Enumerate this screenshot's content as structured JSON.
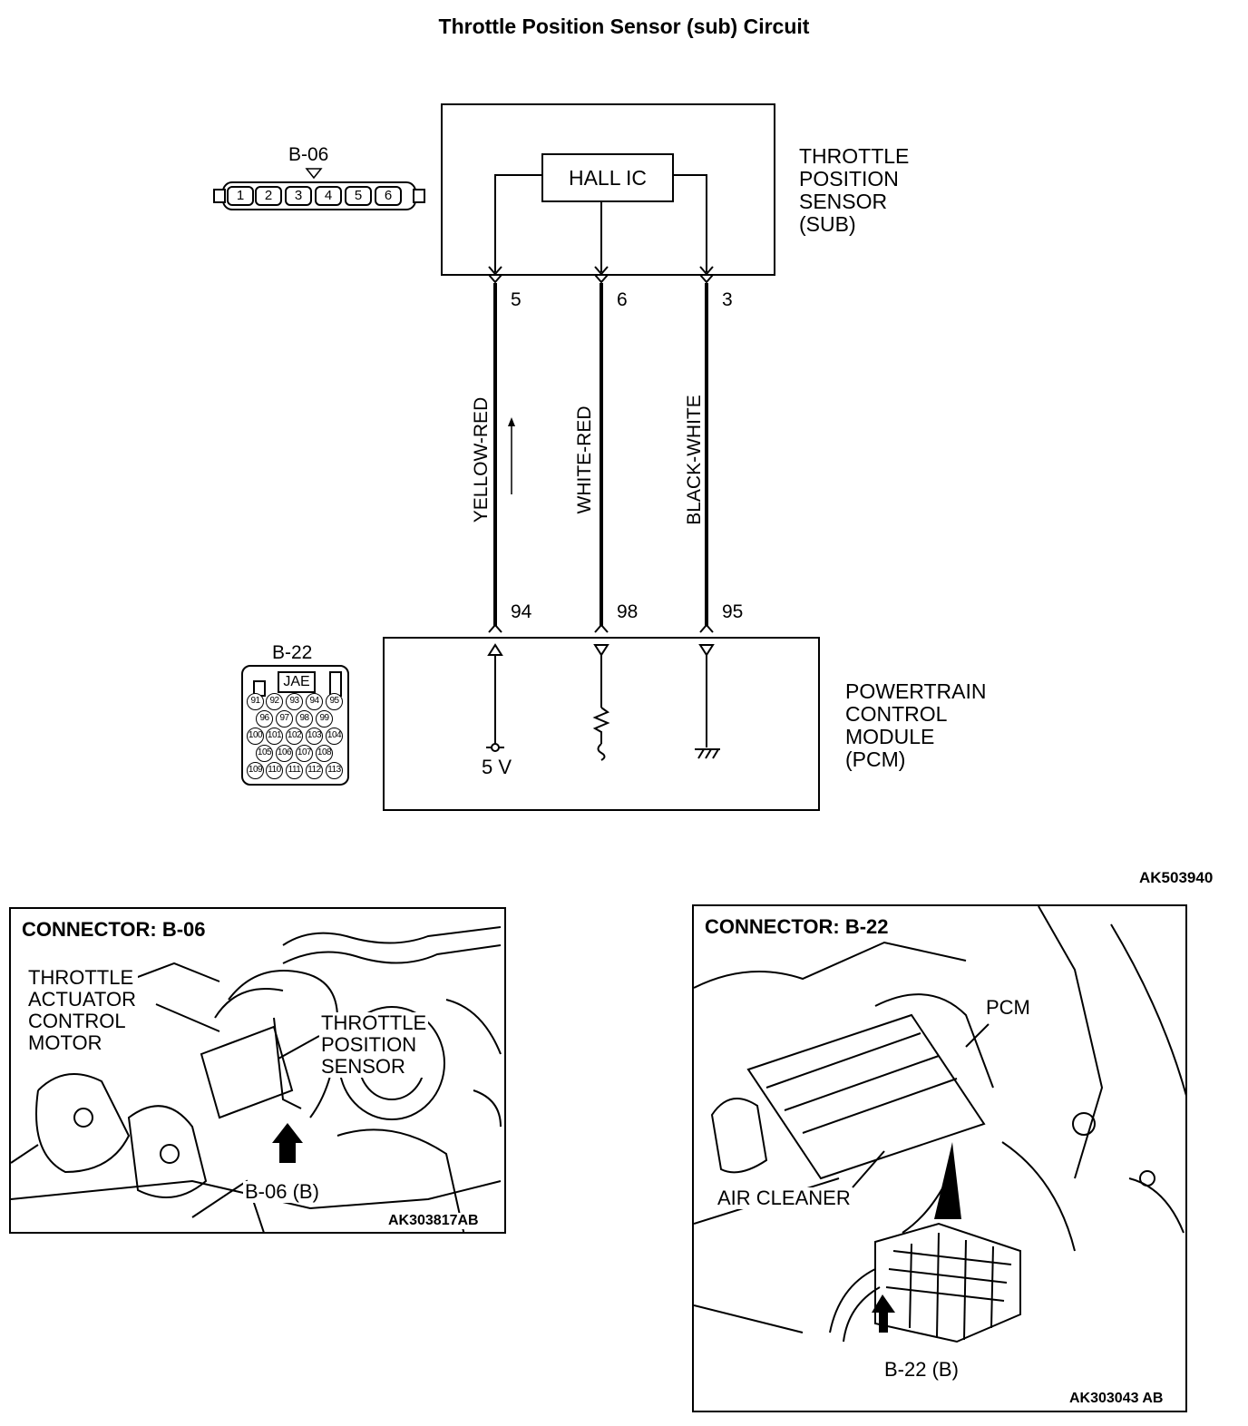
{
  "title": "Throttle Position Sensor (sub) Circuit",
  "sensor": {
    "label_lines": [
      "THROTTLE",
      "POSITION",
      "SENSOR",
      "(SUB)"
    ],
    "ic_label": "HALL IC",
    "pins": [
      "5",
      "6",
      "3"
    ]
  },
  "wires": [
    "YELLOW-RED",
    "WHITE-RED",
    "BLACK-WHITE"
  ],
  "pcm": {
    "label_lines": [
      "POWERTRAIN",
      "CONTROL",
      "MODULE",
      "(PCM)"
    ],
    "pins": [
      "94",
      "98",
      "95"
    ],
    "supply_label": "5 V"
  },
  "connector_b06": {
    "name": "B-06",
    "pins": [
      "1",
      "2",
      "3",
      "4",
      "5",
      "6"
    ]
  },
  "connector_b22": {
    "name": "B-22",
    "maker": "JAE",
    "rows": [
      [
        "91",
        "92",
        "93",
        "94",
        "95"
      ],
      [
        "96",
        "97",
        "98",
        "99"
      ],
      [
        "100",
        "101",
        "102",
        "103",
        "104"
      ],
      [
        "105",
        "106",
        "107",
        "108"
      ],
      [
        "109",
        "110",
        "111",
        "112",
        "113"
      ]
    ]
  },
  "diagram_code": "AK503940",
  "photo_left": {
    "heading": "CONNECTOR: B-06",
    "label_actuator": [
      "THROTTLE",
      "ACTUATOR",
      "CONTROL",
      "MOTOR"
    ],
    "label_sensor": [
      "THROTTLE",
      "POSITION",
      "SENSOR"
    ],
    "label_connector": "B-06 (B)",
    "code": "AK303817AB"
  },
  "photo_right": {
    "heading": "CONNECTOR: B-22",
    "label_pcm": "PCM",
    "label_air_cleaner": "AIR CLEANER",
    "label_connector": "B-22 (B)",
    "code": "AK303043 AB"
  }
}
